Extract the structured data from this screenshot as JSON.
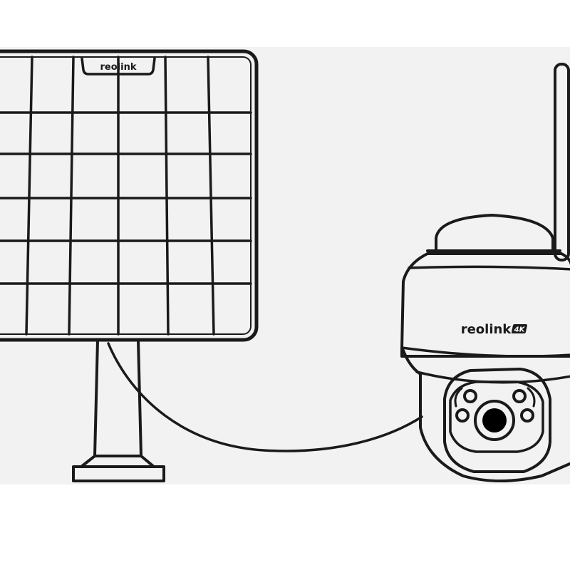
{
  "panel": {
    "logo_text": "reolink"
  },
  "camera": {
    "logo_text": "reolink",
    "badge_text": "4K"
  },
  "colors": {
    "stroke": "#1a1a1a",
    "scene_background": "#f2f2f2",
    "page_background": "#ffffff",
    "lens": "#000000"
  }
}
